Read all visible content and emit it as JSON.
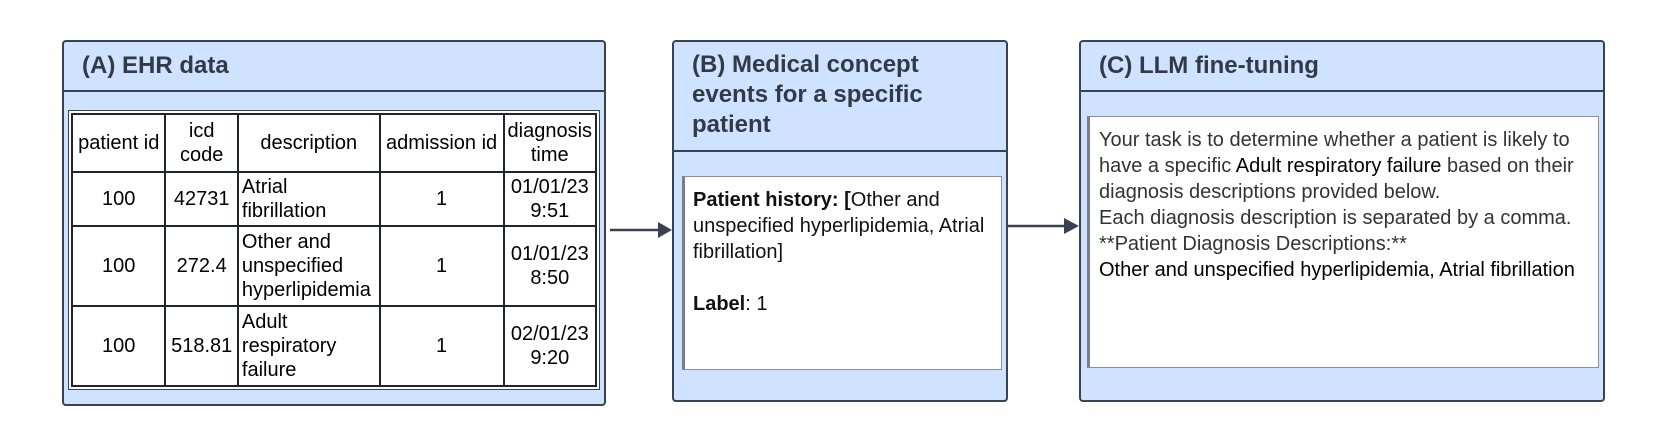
{
  "panel_a": {
    "title": "(A) EHR data",
    "table": {
      "headers": [
        "patient id",
        "icd code",
        "description",
        "admission id",
        "diagnosis time"
      ],
      "rows": [
        [
          "100",
          "42731",
          "Atrial fibrillation",
          "1",
          "01/01/23 9:51"
        ],
        [
          "100",
          "272.4",
          "Other and unspecified hyperlipidemia",
          "1",
          "01/01/23 8:50"
        ],
        [
          "100",
          "518.81",
          "Adult respiratory failure",
          "1",
          "02/01/23 9:20"
        ]
      ]
    }
  },
  "panel_b": {
    "title": "(B) Medical concept events for a specific patient",
    "history_label": "Patient history: [",
    "history_value": "Other and unspecified hyperlipidemia, Atrial fibrillation]",
    "label_key": "Label",
    "label_value": ": 1"
  },
  "panel_c": {
    "title": "(C) LLM fine-tuning",
    "line1_pre": "Your task is to determine whether a patient is likely to have a specific ",
    "line1_term": "Adult respiratory failure",
    "line1_post": " based on their diagnosis descriptions provided below.",
    "line2": "Each diagnosis description is separated by a comma.",
    "line3": "**Patient Diagnosis Descriptions:**",
    "line4": "Other and unspecified hyperlipidemia, Atrial fibrillation"
  },
  "colors": {
    "panel_fill": "#cfe2ff",
    "panel_border": "#3a4150",
    "arrow": "#3a4150"
  }
}
